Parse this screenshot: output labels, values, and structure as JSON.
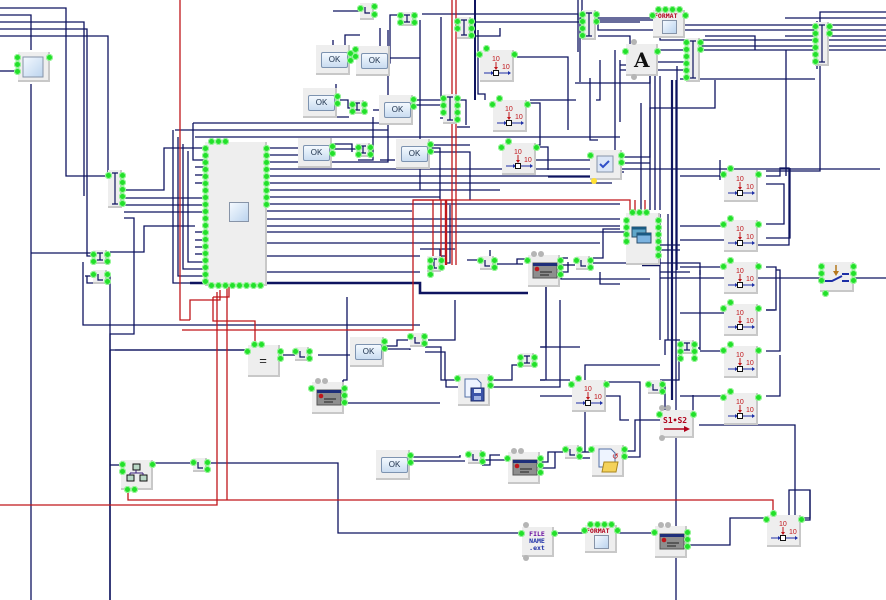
{
  "diagram": {
    "title": "Flow block diagram",
    "colors": {
      "wire": "#0f1460",
      "control_wire": "#c0161b",
      "port": "#22e02a",
      "node_bg": "#eeeeee",
      "trigger_port": "#b5b5b5",
      "status_port": "#ffe033"
    },
    "buttons": [
      {
        "id": "ok1",
        "label": "OK"
      },
      {
        "id": "ok2",
        "label": "OK"
      },
      {
        "id": "ok3",
        "label": "OK"
      },
      {
        "id": "ok4",
        "label": "OK"
      },
      {
        "id": "ok5",
        "label": "OK"
      },
      {
        "id": "ok6",
        "label": "OK"
      },
      {
        "id": "ok7",
        "label": "OK"
      },
      {
        "id": "ok8",
        "label": "OK"
      }
    ],
    "format_nodes": [
      {
        "label": "FORMAT"
      },
      {
        "label": "FORMAT"
      }
    ],
    "counter_nodes": {
      "top_value": "10",
      "side_value": "10"
    },
    "font_node": {
      "glyph": "A"
    },
    "equals_node": {
      "glyph": "="
    },
    "filename_node": {
      "line1": "FILE",
      "line2": "NAME",
      "line3": ".ext"
    },
    "compare_node": {
      "label": "S1•S2"
    },
    "icons": [
      "form-icon",
      "ok-button-icon",
      "counter-icon",
      "font-icon",
      "format-icon",
      "checkbox-icon",
      "windows-icon",
      "dialog-icon",
      "save-file-icon",
      "open-file-icon",
      "hierarchy-icon",
      "switch-icon",
      "equals-icon",
      "filename-icon",
      "string-compare-icon",
      "junction-icon"
    ]
  }
}
